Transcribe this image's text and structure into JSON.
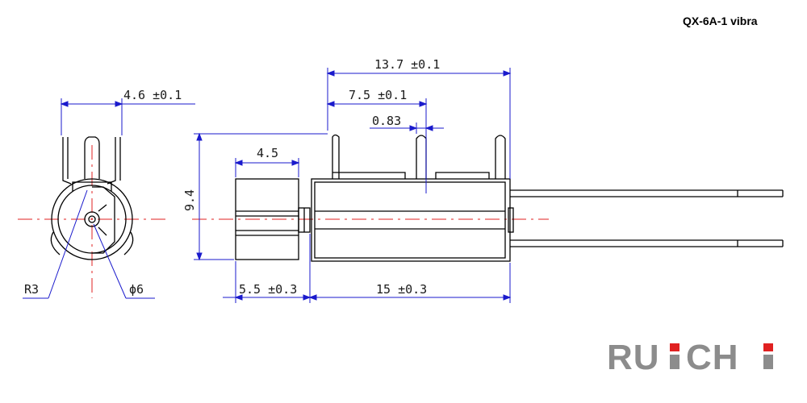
{
  "title": "QX-6A-1 vibra",
  "colors": {
    "dimension": "#1a1acc",
    "outline": "#000000",
    "centerline": "#e02020",
    "logo_gray": "#8c8c8c",
    "logo_red": "#e02020"
  },
  "front_view": {
    "width_dim": "4.6 ±0.1",
    "radius_label": "R3",
    "diameter_label": "ϕ6"
  },
  "side_view": {
    "height_dim": "9.4",
    "weight_width_dim": "4.5",
    "overall_length_dim": "13.7 ±0.1",
    "pin_spacing_dim": "7.5 ±0.1",
    "pin_width_dim": "0.83",
    "weight_length_dim": "5.5 ±0.3",
    "body_length_dim": "15 ±0.3"
  },
  "logo": {
    "text_before_i": "RU",
    "i_letter": "I",
    "text_mid": "CH",
    "i_letter_2": "I"
  }
}
